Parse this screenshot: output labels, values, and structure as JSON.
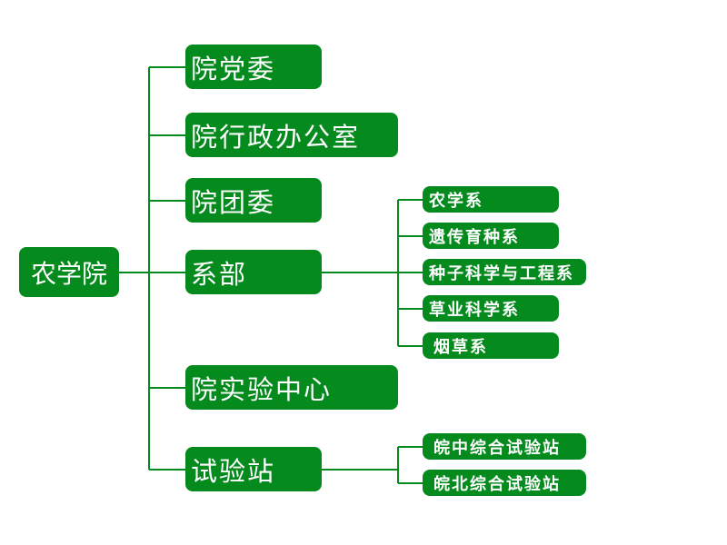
{
  "root": {
    "label": "农学院"
  },
  "level1": [
    {
      "label": "院党委"
    },
    {
      "label": "院行政办公室"
    },
    {
      "label": "院团委"
    },
    {
      "label": "系部"
    },
    {
      "label": "院实验中心"
    },
    {
      "label": "试验站"
    }
  ],
  "departments": [
    {
      "label": "农学系"
    },
    {
      "label": "遗传育种系"
    },
    {
      "label": "种子科学与工程系"
    },
    {
      "label": "草业科学系"
    },
    {
      "label": "烟草系"
    }
  ],
  "stations": [
    {
      "label": "皖中综合试验站"
    },
    {
      "label": "皖北综合试验站"
    }
  ],
  "colors": {
    "box": "#058a1e",
    "text": "#ffffff",
    "line": "#058a1e"
  }
}
